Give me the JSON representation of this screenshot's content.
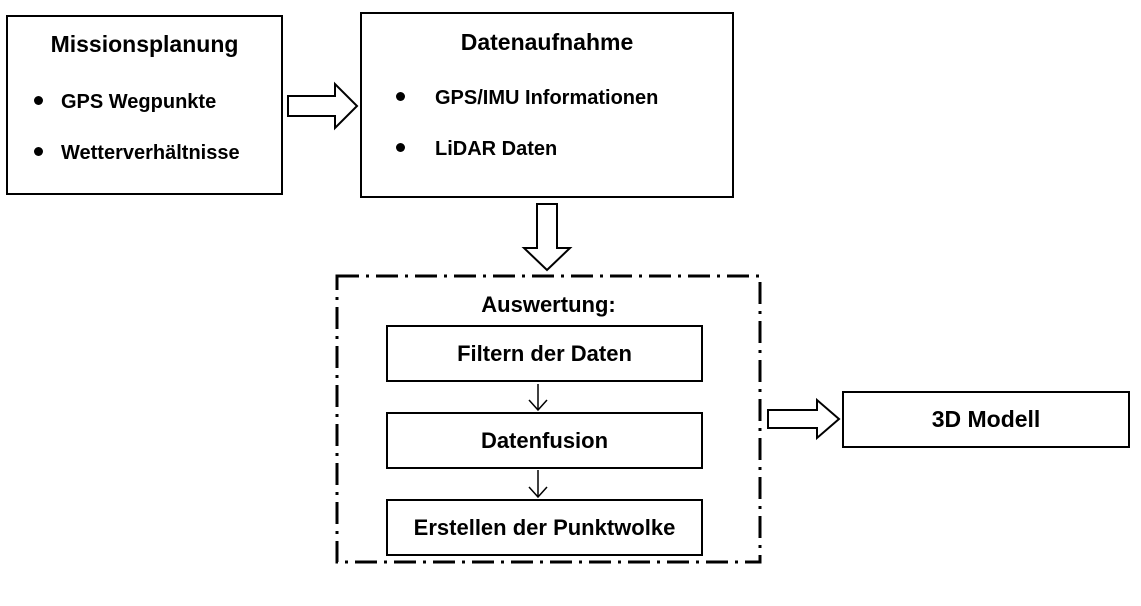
{
  "mission": {
    "title": "Missionsplanung",
    "items": [
      "GPS Wegpunkte",
      "Wetterverhältnisse"
    ]
  },
  "acquisition": {
    "title": "Datenaufnahme",
    "items": [
      "GPS/IMU Informationen",
      "LiDAR Daten"
    ]
  },
  "evaluation": {
    "title": "Auswertung:",
    "steps": [
      "Filtern der Daten",
      "Datenfusion",
      "Erstellen der Punktwolke"
    ]
  },
  "output": {
    "label": "3D Modell"
  }
}
